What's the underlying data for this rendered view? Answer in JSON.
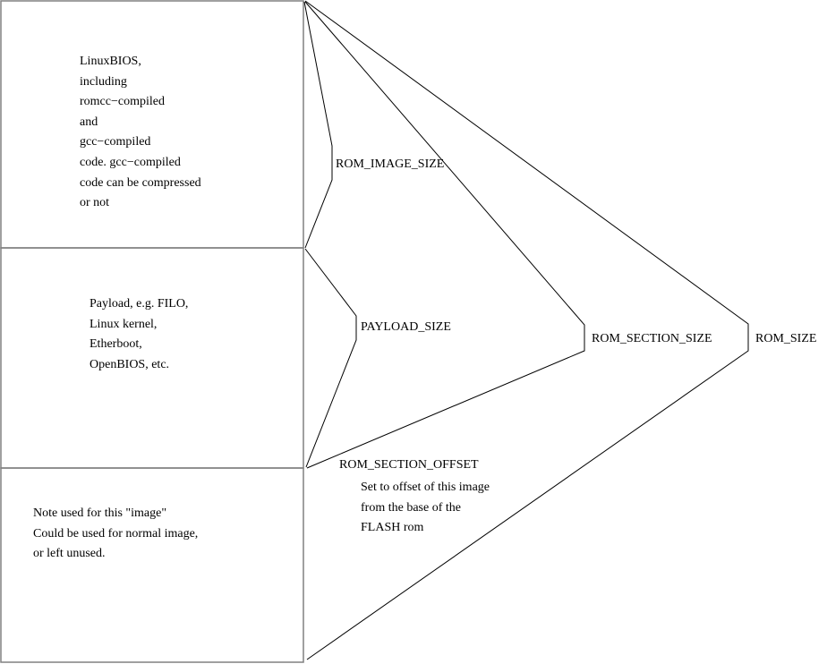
{
  "blocks": [
    {
      "id": "linuxbios",
      "lines": [
        "LinuxBIOS,",
        "including",
        "romcc−compiled",
        "and",
        "gcc−compiled",
        "code. gcc−compiled",
        "code can be compressed",
        "or not"
      ]
    },
    {
      "id": "payload",
      "lines": [
        "Payload, e.g. FILO,",
        "Linux kernel,",
        "Etherboot,",
        "OpenBIOS, etc."
      ]
    },
    {
      "id": "unused",
      "lines": [
        "Note used for this \"image\"",
        "Could be used for normal image,",
        "or left unused."
      ]
    }
  ],
  "labels": {
    "rom_image_size": "ROM_IMAGE_SIZE",
    "payload_size": "PAYLOAD_SIZE",
    "rom_section_size": "ROM_SECTION_SIZE",
    "rom_size": "ROM_SIZE",
    "rom_section_offset": "ROM_SECTION_OFFSET",
    "rom_section_offset_desc": [
      "Set to offset of this image",
      "from the base of the",
      "FLASH rom"
    ]
  },
  "colors": {
    "box_stroke": "#808080",
    "brace_stroke": "#000000"
  }
}
